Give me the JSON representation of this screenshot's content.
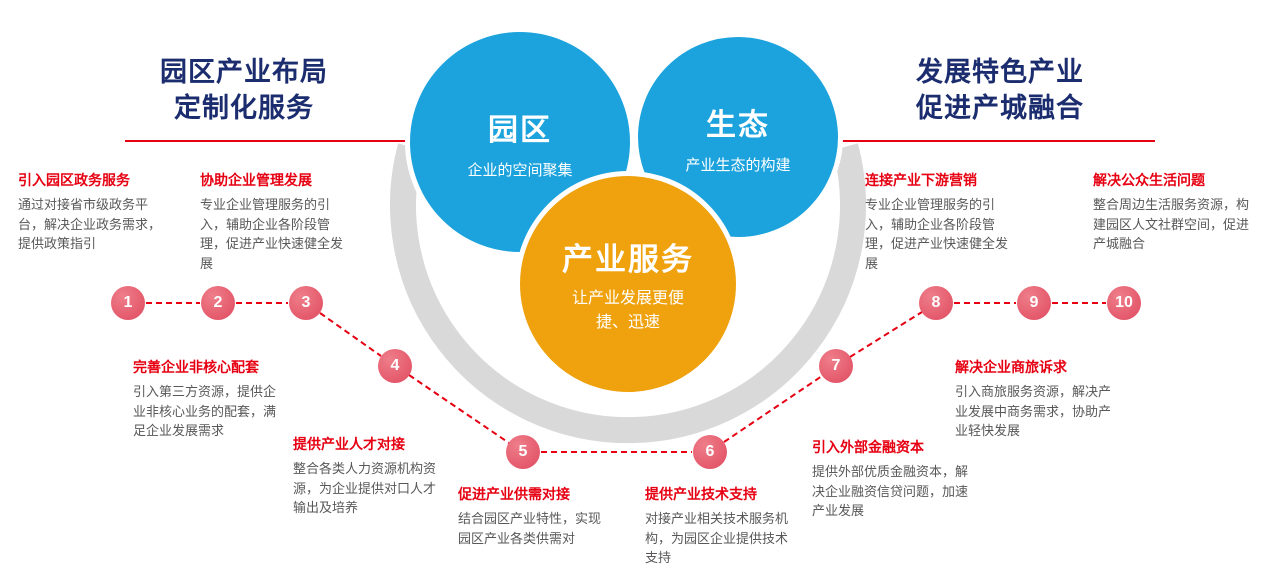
{
  "headers": {
    "left": {
      "line1": "园区产业布局",
      "line2": "定制化服务"
    },
    "right": {
      "line1": "发展特色产业",
      "line2": "促进产城融合"
    }
  },
  "circles": {
    "park": {
      "title": "园区",
      "subtitle": "企业的空间聚集"
    },
    "ecosystem": {
      "title": "生态",
      "subtitle": "产业生态的构建"
    },
    "service": {
      "title": "产业服务",
      "subtitle": "让产业发展更便捷、迅速"
    }
  },
  "points": [
    {
      "num": "1",
      "title": "引入园区政务服务",
      "desc": "通过对接省市级政务平台，解决企业政务需求，提供政策指引"
    },
    {
      "num": "2",
      "title": "协助企业管理发展",
      "desc": "专业企业管理服务的引入，辅助企业各阶段管理，促进产业快速健全发展"
    },
    {
      "num": "3",
      "title": "完善企业非核心配套",
      "desc": "引入第三方资源，提供企业非核心业务的配套，满足企业发展需求"
    },
    {
      "num": "4",
      "title": "提供产业人才对接",
      "desc": "整合各类人力资源机构资源，为企业提供对口人才输出及培养"
    },
    {
      "num": "5",
      "title": "促进产业供需对接",
      "desc": "结合园区产业特性，实现园区产业各类供需对"
    },
    {
      "num": "6",
      "title": "提供产业技术支持",
      "desc": "对接产业相关技术服务机构，为园区企业提供技术支持"
    },
    {
      "num": "7",
      "title": "引入外部金融资本",
      "desc": "提供外部优质金融资本，解决企业融资信贷问题，加速产业发展"
    },
    {
      "num": "8",
      "title": "解决企业商旅诉求",
      "desc": "引入商旅服务资源，解决产业发展中商务需求，协助产业轻快发展"
    },
    {
      "num": "9",
      "title": "连接产业下游营销",
      "desc": "专业企业管理服务的引入，辅助企业各阶段管理，促进产业快速健全发展"
    },
    {
      "num": "10",
      "title": "解决公众生活问题",
      "desc": "整合周边生活服务资源，构建园区人文社群空间，促进产城融合"
    }
  ],
  "colors": {
    "accent_red": "#e60012",
    "number_red": "#df4a5f",
    "navy": "#1b2d6e",
    "blue": "#1ca3dd",
    "gold": "#efa20d",
    "gray_arc": "#d9d9d9",
    "body_text": "#595757"
  }
}
